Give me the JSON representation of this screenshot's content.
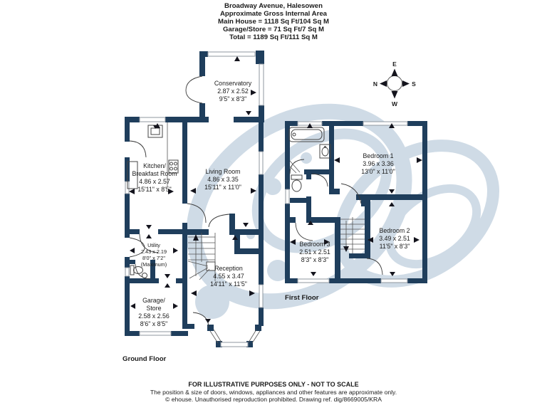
{
  "header": {
    "line1": "Broadway Avenue, Halesowen",
    "line2": "Approximate Gross Internal Area",
    "line3": "Main House = 1118 Sq Ft/104 Sq M",
    "line4": "Garage/Store = 71 Sq Ft/7 Sq M",
    "line5": "Total = 1189 Sq Ft/111 Sq M"
  },
  "ground": {
    "label": "Ground Floor",
    "rooms": {
      "conservatory": {
        "lines": [
          "Conservatory",
          "2.87 x 2.52",
          "9'5\" x 8'3\""
        ]
      },
      "kitchen": {
        "lines": [
          "Kitchen/",
          "Breakfast Room",
          "4.86 x 2.57",
          "15'11\" x 8'5\""
        ]
      },
      "living": {
        "lines": [
          "Living Room",
          "4.86 x 3.35",
          "15'11\" x 11'0\""
        ]
      },
      "utility": {
        "lines": [
          "Utility",
          "2.43 x 2.19",
          "8'0\" x 7'2\"",
          "(Maximum)"
        ]
      },
      "reception": {
        "lines": [
          "Reception",
          "4.55 x 3.47",
          "14'11\" x 11'5\""
        ]
      },
      "garage": {
        "lines": [
          "Garage/",
          "Store",
          "2.58 x 2.56",
          "8'6\" x 8'5\""
        ]
      }
    }
  },
  "first": {
    "label": "First Floor",
    "rooms": {
      "bedroom1": {
        "lines": [
          "Bedroom 1",
          "3.96 x 3.36",
          "13'0\" x 11'0\""
        ]
      },
      "bedroom2": {
        "lines": [
          "Bedroom 2",
          "3.49 x 2.51",
          "11'5\" x 8'3\""
        ]
      },
      "bedroom3": {
        "lines": [
          "Bedroom 3",
          "2.51 x 2.51",
          "8'3\" x 8'3\""
        ]
      }
    }
  },
  "compass": {
    "n": "N",
    "e": "E",
    "s": "S",
    "w": "W"
  },
  "footer": {
    "line1": "FOR ILLUSTRATIVE PURPOSES ONLY - NOT TO SCALE",
    "line2": "The position & size of doors, windows, appliances and other features are approximate only.",
    "line3": "© ehouse. Unauthorised reproduction prohibited. Drawing ref. dig/8669005/KRA"
  },
  "colors": {
    "wall": "#1f3e5c",
    "watermark": "#cfdbe6",
    "text": "#1b1b1b"
  }
}
